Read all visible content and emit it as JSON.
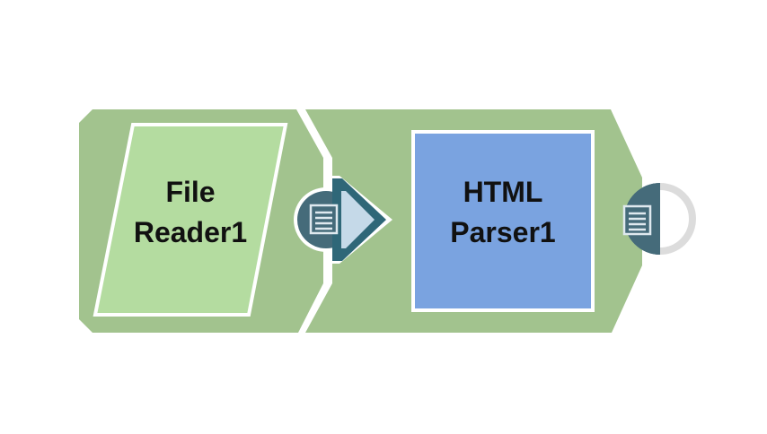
{
  "pipeline": {
    "snaps": [
      {
        "type": "reader",
        "label_line1": "File",
        "label_line2": "Reader1",
        "fill_color": "#b4dca0"
      },
      {
        "type": "parser",
        "label_line1": "HTML",
        "label_line2": "Parser1",
        "fill_color": "#7aa3e0"
      }
    ],
    "colors": {
      "snap_body": "#a2c38e",
      "connector": "#456b7a",
      "connector_arrow": "#c5d9e8",
      "arrow_stroke": "#2f6778",
      "open_output_ring": "#dcdcdc",
      "border": "#ffffff"
    },
    "icons": {
      "output_view": "document-lines-icon",
      "link_arrow": "triangle-arrow-icon",
      "open_output": "open-output-ring-icon"
    }
  }
}
